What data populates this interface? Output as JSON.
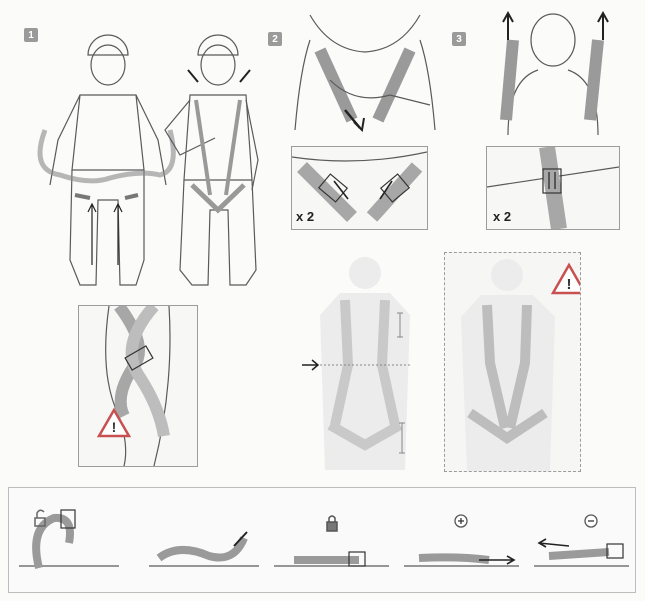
{
  "steps": [
    {
      "badge": "1"
    },
    {
      "badge": "2"
    },
    {
      "badge": "3"
    }
  ],
  "detail_multipliers": {
    "step2": "x 2",
    "step3": "x 2"
  },
  "warning_icon": "warning-exclamation-icon",
  "strip_icons": [
    "unlock-icon",
    "lock-icon",
    "plus-icon",
    "minus-icon"
  ],
  "colors": {
    "line": "#5a5a5a",
    "strap": "#a7a7a7",
    "strap_light": "#c9c9c9",
    "silhouette": "#ececec",
    "warning_red": "#c85050"
  }
}
